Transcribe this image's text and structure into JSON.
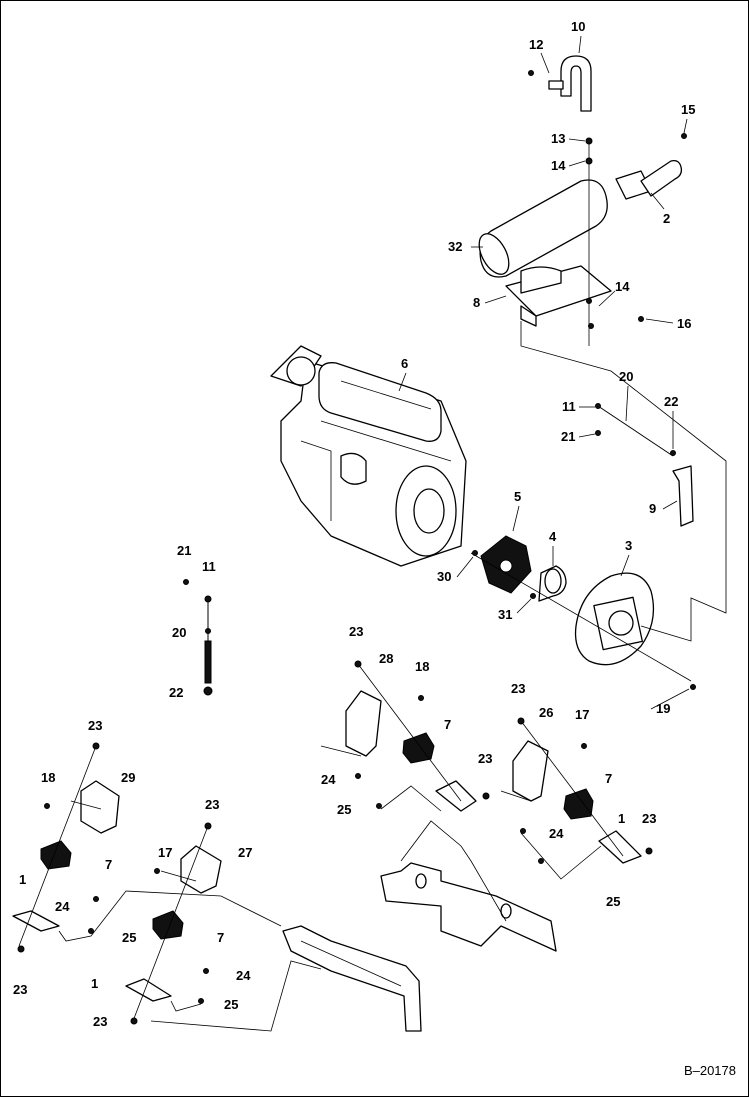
{
  "figure_id": "B–20178",
  "callouts": [
    {
      "id": "c-10",
      "text": "10"
    },
    {
      "id": "c-12",
      "text": "12"
    },
    {
      "id": "c-15",
      "text": "15"
    },
    {
      "id": "c-13",
      "text": "13"
    },
    {
      "id": "c-14a",
      "text": "14"
    },
    {
      "id": "c-2",
      "text": "2"
    },
    {
      "id": "c-32",
      "text": "32"
    },
    {
      "id": "c-14b",
      "text": "14"
    },
    {
      "id": "c-8",
      "text": "8"
    },
    {
      "id": "c-16",
      "text": "16"
    },
    {
      "id": "c-6",
      "text": "6"
    },
    {
      "id": "c-20a",
      "text": "20"
    },
    {
      "id": "c-11a",
      "text": "11"
    },
    {
      "id": "c-22a",
      "text": "22"
    },
    {
      "id": "c-21a",
      "text": "21"
    },
    {
      "id": "c-9",
      "text": "9"
    },
    {
      "id": "c-5",
      "text": "5"
    },
    {
      "id": "c-4",
      "text": "4"
    },
    {
      "id": "c-3",
      "text": "3"
    },
    {
      "id": "c-30",
      "text": "30"
    },
    {
      "id": "c-31",
      "text": "31"
    },
    {
      "id": "c-21b",
      "text": "21"
    },
    {
      "id": "c-11b",
      "text": "11"
    },
    {
      "id": "c-20b",
      "text": "20"
    },
    {
      "id": "c-22b",
      "text": "22"
    },
    {
      "id": "c-19",
      "text": "19"
    },
    {
      "id": "c-23a",
      "text": "23"
    },
    {
      "id": "c-28",
      "text": "28"
    },
    {
      "id": "c-18a",
      "text": "18"
    },
    {
      "id": "c-7a",
      "text": "7"
    },
    {
      "id": "c-23b",
      "text": "23"
    },
    {
      "id": "c-26",
      "text": "26"
    },
    {
      "id": "c-17a",
      "text": "17"
    },
    {
      "id": "c-24a",
      "text": "24"
    },
    {
      "id": "c-23c",
      "text": "23"
    },
    {
      "id": "c-25a",
      "text": "25"
    },
    {
      "id": "c-7b",
      "text": "7"
    },
    {
      "id": "c-1a",
      "text": "1"
    },
    {
      "id": "c-23d",
      "text": "23"
    },
    {
      "id": "c-24b",
      "text": "24"
    },
    {
      "id": "c-25b",
      "text": "25"
    },
    {
      "id": "c-23e",
      "text": "23"
    },
    {
      "id": "c-29",
      "text": "29"
    },
    {
      "id": "c-18b",
      "text": "18"
    },
    {
      "id": "c-7c",
      "text": "7"
    },
    {
      "id": "c-1b",
      "text": "1"
    },
    {
      "id": "c-24c",
      "text": "24"
    },
    {
      "id": "c-25c",
      "text": "25"
    },
    {
      "id": "c-23f",
      "text": "23"
    },
    {
      "id": "c-23g",
      "text": "23"
    },
    {
      "id": "c-17b",
      "text": "17"
    },
    {
      "id": "c-27",
      "text": "27"
    },
    {
      "id": "c-7d",
      "text": "7"
    },
    {
      "id": "c-1c",
      "text": "1"
    },
    {
      "id": "c-24d",
      "text": "24"
    },
    {
      "id": "c-25d",
      "text": "25"
    },
    {
      "id": "c-23h",
      "text": "23"
    }
  ]
}
